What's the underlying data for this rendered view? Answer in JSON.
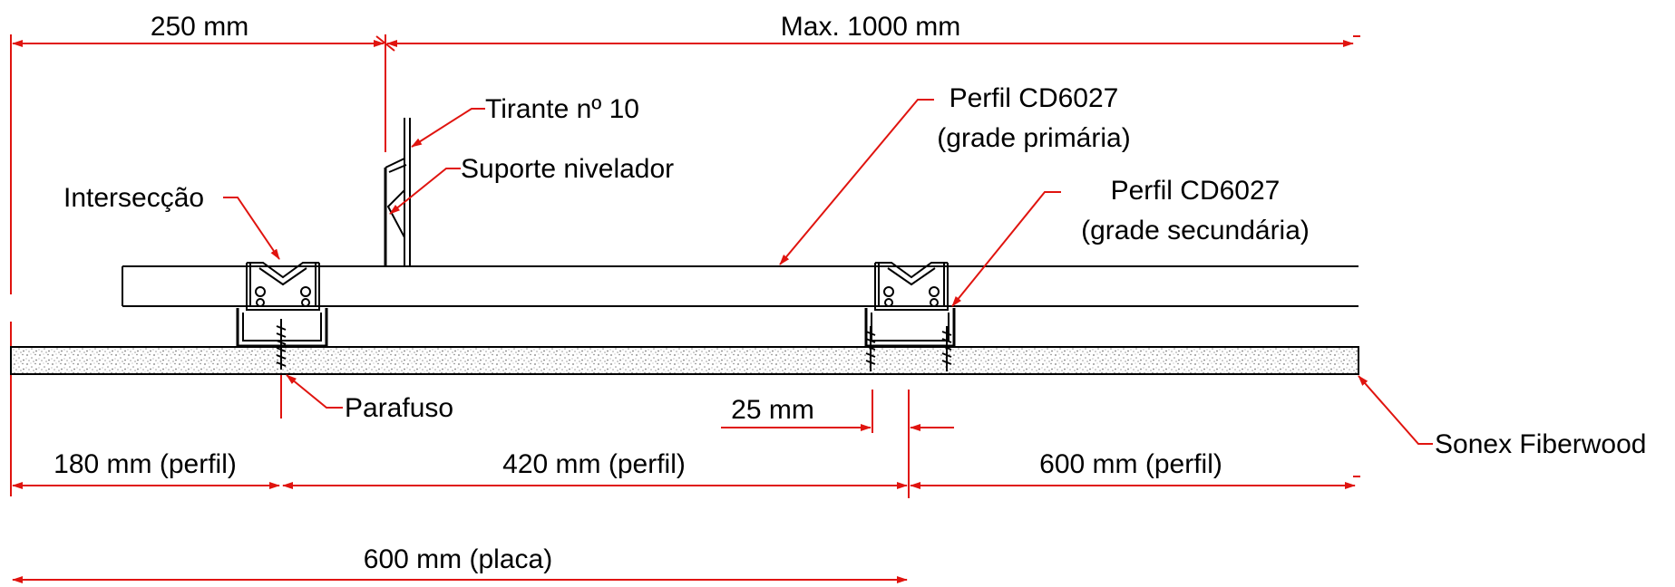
{
  "labels": {
    "dim_250": "250 mm",
    "dim_max_1000": "Max. 1000 mm",
    "tirante": "Tirante nº 10",
    "suporte": "Suporte nivelador",
    "perfil_primaria_line1": "Perfil CD6027",
    "perfil_primaria_line2": "(grade primária)",
    "interseccao": "Intersecção",
    "perfil_secundaria_line1": "Perfil CD6027",
    "perfil_secundaria_line2": "(grade secundária)",
    "parafuso": "Parafuso",
    "dim_25": "25 mm",
    "sonex": "Sonex Fiberwood",
    "dim_180": "180 mm (perfil)",
    "dim_420": "420 mm (perfil)",
    "dim_600_perfil": "600 mm (perfil)",
    "dim_600_placa": "600 mm (placa)"
  },
  "colors": {
    "dimension": "#e0140f",
    "drawing": "#000000",
    "board_speckle": "#8a8a8a"
  }
}
